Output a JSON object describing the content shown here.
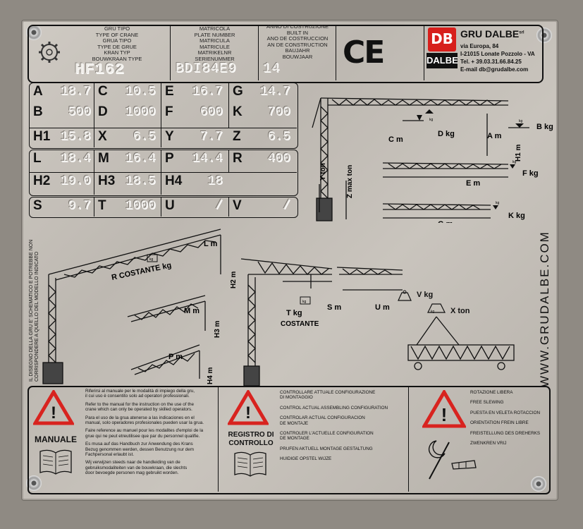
{
  "header": {
    "type_labels": [
      "GRU TIPO",
      "TYPE OF CRANE",
      "GRUA TIPO",
      "TYPE DE GRUE",
      "KRAN TYP",
      "BOUWKRAAN TYPE"
    ],
    "type_value": "HF162",
    "plate_labels": [
      "MATRICOLA",
      "PLATE NUMBER",
      "MATRICULA",
      "MATRICULE",
      "MATRIKELNR",
      "SERIENUMMER"
    ],
    "plate_value": "BDI84E9",
    "year_labels": [
      "ANNO DI COSTRUZIONE",
      "BUILT IN",
      "ANO DE COSTRUCCION",
      "AN DE CONSTRUCTION",
      "BAUJAHR",
      "BOUWJAAR"
    ],
    "year_value": "14",
    "ce_mark": "CE",
    "logo_text_top": "DB",
    "logo_text_bottom": "DALBE",
    "company_name": "GRU DALBE",
    "company_suffix": "srl",
    "address1": "via Europa, 84",
    "address2": "I-21015 Lonate Pozzolo - VA",
    "phone": "Tel. + 39.03.31.66.84.25",
    "email": "E-mail  db@grudalbe.com"
  },
  "specs": {
    "row1": [
      {
        "k": "A",
        "v": "18.7"
      },
      {
        "k": "C",
        "v": "10.5"
      },
      {
        "k": "E",
        "v": "16.7"
      },
      {
        "k": "G",
        "v": "14.7"
      }
    ],
    "row2": [
      {
        "k": "B",
        "v": "500"
      },
      {
        "k": "D",
        "v": "1000"
      },
      {
        "k": "F",
        "v": "600"
      },
      {
        "k": "K",
        "v": "700"
      }
    ],
    "row3": [
      {
        "k": "H1",
        "v": "15.8"
      },
      {
        "k": "X",
        "v": "6.5"
      },
      {
        "k": "Y",
        "v": "7.7"
      },
      {
        "k": "Z",
        "v": "6.5"
      }
    ],
    "row4": [
      {
        "k": "L",
        "v": "18.4"
      },
      {
        "k": "M",
        "v": "16.4"
      },
      {
        "k": "P",
        "v": "14.4"
      },
      {
        "k": "R",
        "v": "400"
      }
    ],
    "row5": [
      {
        "k": "H2",
        "v": "19.0"
      },
      {
        "k": "H3",
        "v": "18.5"
      },
      {
        "k": "H4",
        "v": "18"
      }
    ],
    "row6": [
      {
        "k": "S",
        "v": "9.7"
      },
      {
        "k": "T",
        "v": "1000"
      },
      {
        "k": "U",
        "v": "/"
      },
      {
        "k": "V",
        "v": "/"
      }
    ]
  },
  "diagram_top": {
    "labels": [
      "B kg",
      "D kg",
      "C m",
      "A m",
      "H1 m",
      "F kg",
      "E m",
      "K kg",
      "G m",
      "Y ton",
      "Z max ton",
      "kg",
      "kg",
      "kg",
      "kg"
    ]
  },
  "diagram_left": {
    "labels": [
      "L m",
      "R COSTANTE  kg",
      "H2 m",
      "M m",
      "H3 m",
      "P m",
      "H4 m",
      "kg"
    ]
  },
  "diagram_middle": {
    "labels": [
      "T kg",
      "COSTANTE",
      "S m",
      "U m",
      "V kg",
      "X ton",
      "kg",
      "kg",
      "kg"
    ]
  },
  "side_note": [
    "IL DISEGNO DELLA GRU E' SCHEMATICO E POTREBBE NON",
    "CORRISPONDERE A QUELLO DEL MODELLO INDICATO"
  ],
  "website": "WWW.GRUDALBE.COM",
  "manual": {
    "title": "MANUALE",
    "lines": [
      "Riferirsi al manuale per le modalità di impiego della gru,",
      "il cui uso è consentito solo ad operatori professionali.",
      "Refer to the manual for the instruction on the use of the",
      "crane which can only be operated by skilled operators.",
      "Para el uso de la grua atenerse a las indicaciones en el",
      "manual, solo operadores profesionales pueden usar la grua.",
      "Faire reference au manuel pour les modalites d'emploi de la",
      "grue qui ne peut etreutilisee que par du personnel qualifie.",
      "Es musa auf das Handbuch zur Anwendung des Krans",
      "Bezug genommen werden, dessen Benutzung nur dem",
      "Fachpersonal erlaubt ist.",
      "Wij verwijzen steeds naar de handleiding van de",
      "gebruiksmodaliteiten van de bouwkraan, die slechts",
      "door bevoegde personen mag gebruikt worden."
    ]
  },
  "registro": {
    "title_line1": "REGISTRO DI",
    "title_line2": "CONTROLLO",
    "lines": [
      "CONTROLLARE ATTUALE CONFIGURAZIONE",
      "DI MONTAGGIO",
      "CONTROL ACTUAL ASSEMBLING CONFIGURATION",
      "CONTROLAR ACTUAL CONFIGURACION",
      "DE MONTAJE",
      "CONTROLER L'ACTUELLE CONFIGURATION",
      "DE MONTAGE",
      "PRUFEN AKTUELL MONTAGE GESTALTUNG",
      "HUIDIGE OPSTEL WIJZE"
    ]
  },
  "rotation": {
    "lines": [
      "ROTAZIONE LIBERA",
      "FREE SLEWING",
      "PUESTA EN VELETA ROTACCION",
      "ORIENTATION FREIN LIBRE",
      "FREISTELLUNG DES DREHERKS",
      "ZWENKREN VRIJ"
    ]
  },
  "warning_symbol": "!",
  "colors": {
    "warning_red": "#d8231f",
    "logo_red": "#d71f1c",
    "plate": "#c6c1ba",
    "ink": "#111111"
  }
}
